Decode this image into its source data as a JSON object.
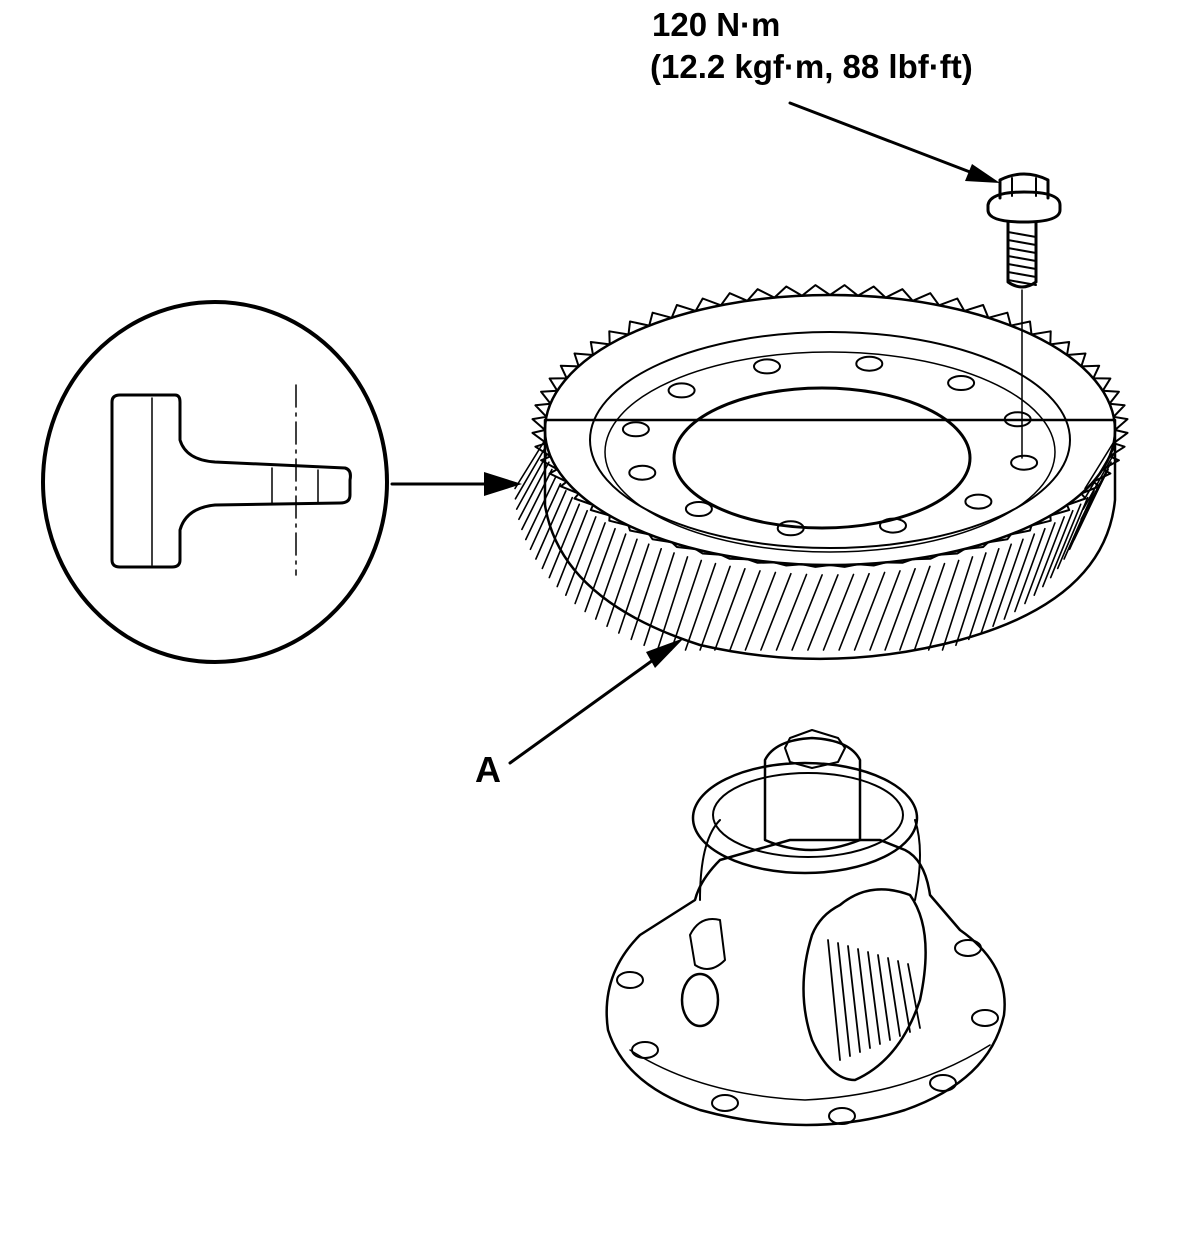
{
  "callouts": {
    "torque_nm": "120 N·m",
    "torque_alt": "(12.2 kgf·m, 88 lbf·ft)",
    "part_label": "A"
  }
}
